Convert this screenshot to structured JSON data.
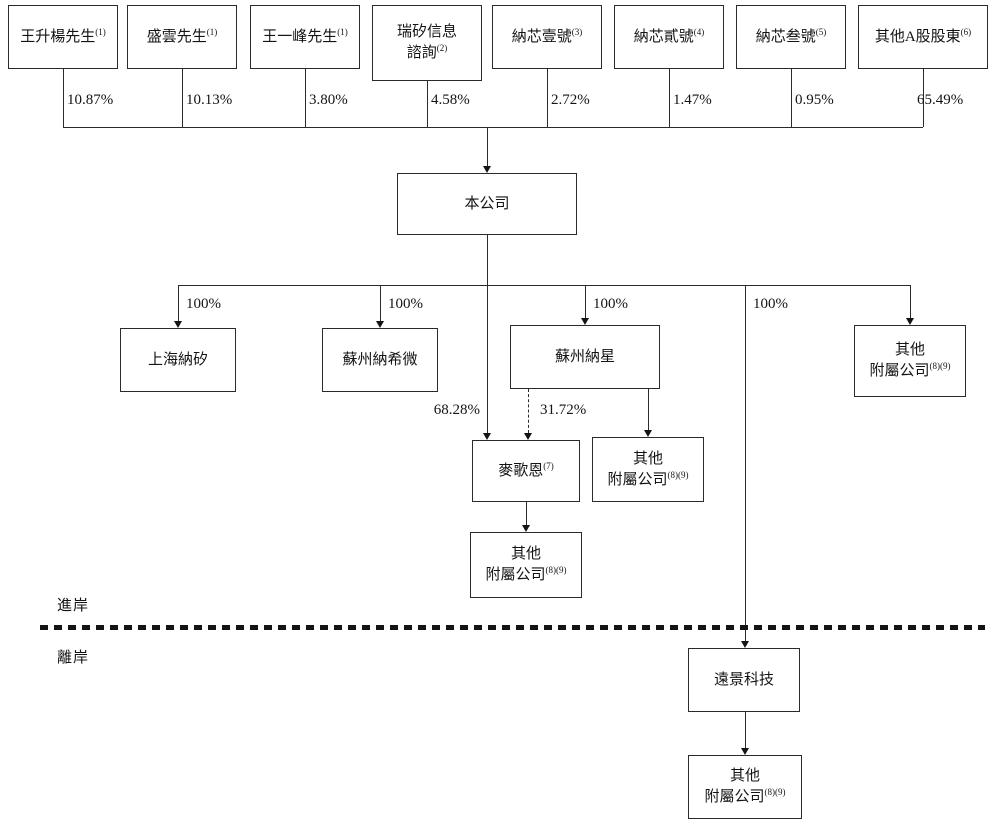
{
  "chart": {
    "shareholders": [
      {
        "name": "王升楊先生",
        "sup": "(1)",
        "pct": "10.87%"
      },
      {
        "name": "盛雲先生",
        "sup": "(1)",
        "pct": "10.13%"
      },
      {
        "name": "王一峰先生",
        "sup": "(1)",
        "pct": "3.80%"
      },
      {
        "name": "瑞矽信息\n諮詢",
        "sup": "(2)",
        "pct": "4.58%"
      },
      {
        "name": "納芯壹號",
        "sup": "(3)",
        "pct": "2.72%"
      },
      {
        "name": "納芯貳號",
        "sup": "(4)",
        "pct": "1.47%"
      },
      {
        "name": "納芯叁號",
        "sup": "(5)",
        "pct": "0.95%"
      },
      {
        "name": "其他A股股東",
        "sup": "(6)",
        "pct": "65.49%"
      }
    ],
    "company": {
      "name": "本公司"
    },
    "level2": [
      {
        "name": "上海納矽",
        "pct": "100%"
      },
      {
        "name": "蘇州納希微",
        "pct": "100%"
      },
      {
        "name": "蘇州納星",
        "pct": "100%"
      },
      {
        "name": "其他\n附屬公司",
        "sup": "(8)(9)"
      }
    ],
    "offshore_branch": {
      "pct": "100%"
    },
    "magen": {
      "name": "麥歌恩",
      "sup": "(7)"
    },
    "magen_pcts": {
      "from_company": "68.28%",
      "from_naxing": "31.72%"
    },
    "naxing_other": {
      "name": "其他\n附屬公司",
      "sup": "(8)(9)"
    },
    "magen_other": {
      "name": "其他\n附屬公司",
      "sup": "(8)(9)"
    },
    "divider": {
      "above": "進岸",
      "below": "離岸"
    },
    "yuanjing": {
      "name": "遠景科技"
    },
    "yuanjing_other": {
      "name": "其他\n附屬公司",
      "sup": "(8)(9)"
    }
  }
}
